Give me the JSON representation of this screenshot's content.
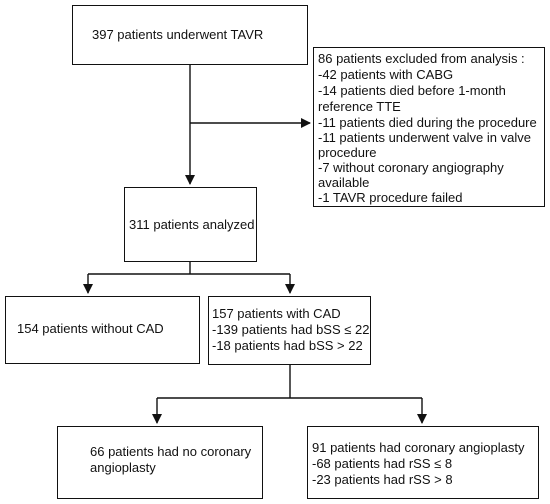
{
  "boxes": {
    "start": {
      "line1": "397 patients underwent TAVR"
    },
    "excluded": {
      "title": "86 patients excluded from analysis :",
      "lines": [
        "-42 patients with CABG",
        "-14 patients died before 1-month",
        "reference TTE",
        "-11 patients died during the procedure",
        "-11 patients underwent valve in valve",
        "procedure",
        "-7 without coronary angiography",
        "available",
        "-1 TAVR procedure failed"
      ]
    },
    "analyzed": {
      "line1": "311 patients analyzed"
    },
    "no_cad": {
      "line1": "154 patients without CAD"
    },
    "cad": {
      "title": "157 patients with CAD",
      "lines": [
        "-139 patients had bSS ≤ 22",
        "-18 patients had bSS > 22"
      ]
    },
    "no_angioplasty": {
      "line1": "66 patients had no coronary",
      "line2": "angioplasty"
    },
    "angioplasty": {
      "title": "91 patients had coronary angioplasty",
      "lines": [
        "-68 patients had rSS ≤ 8",
        "-23 patients had rSS > 8"
      ]
    }
  }
}
